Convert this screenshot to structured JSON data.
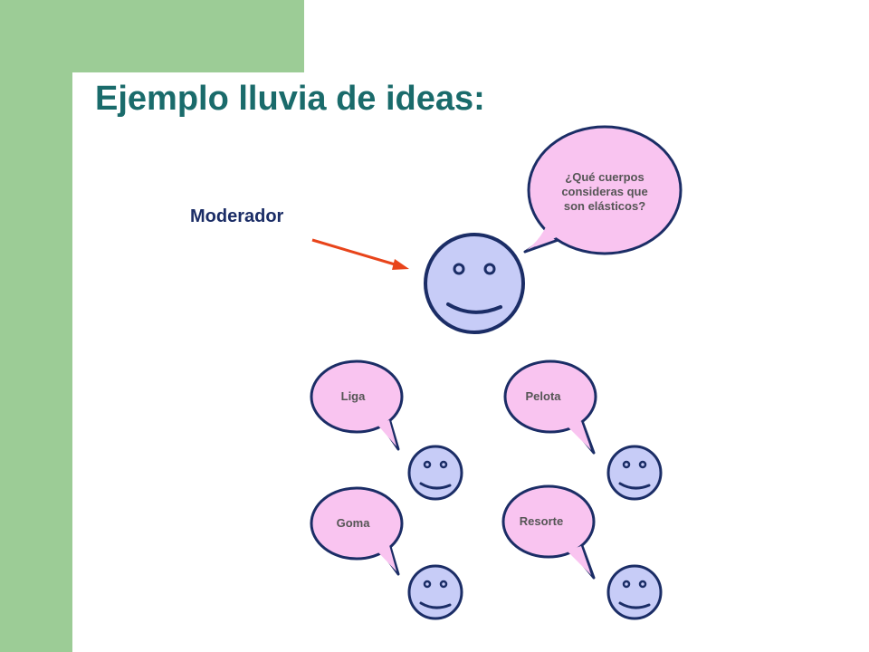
{
  "title": "Ejemplo lluvia de ideas:",
  "moderator_label": "Moderador",
  "question": "¿Qué cuerpos consideras que son elásticos?",
  "answers": {
    "liga": "Liga",
    "pelota": "Pelota",
    "goma": "Goma",
    "resorte": "Resorte"
  },
  "colors": {
    "sidebar_green": "#9ccc96",
    "title_teal": "#1a6b6b",
    "moderator_navy": "#1b2d66",
    "face_fill": "#c7ccf7",
    "face_stroke": "#1b2d66",
    "bubble_fill": "#f9c4f0",
    "arrow_red": "#e8441a"
  }
}
